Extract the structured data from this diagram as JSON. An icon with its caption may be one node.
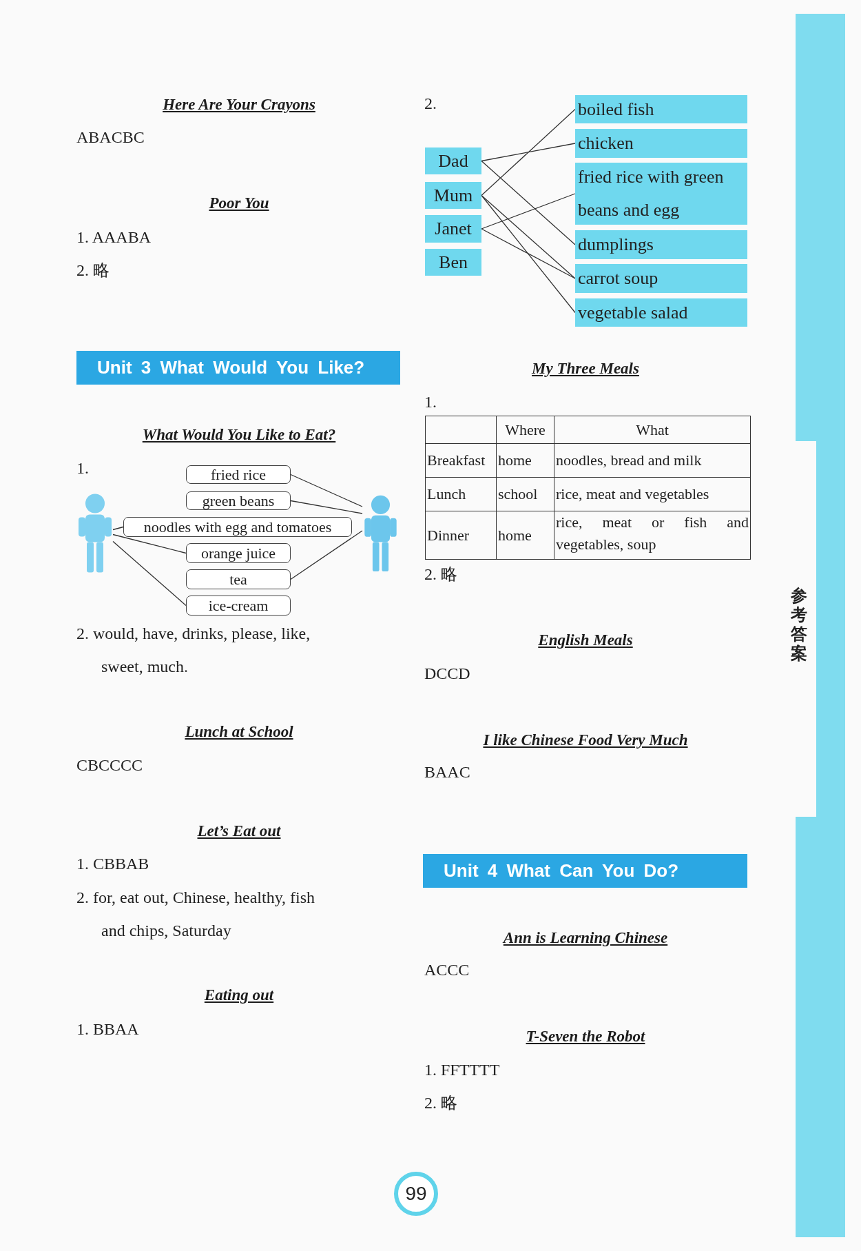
{
  "diagram": {
    "nodes": [
      {
        "text": [
          "Unit 3 What Would You Like?"
        ]
      },
      {
        "text": [],
        "shape": "picture"
      },
      {
        "text": [
          "fried rice"
        ]
      },
      {
        "text": [
          "green beans"
        ]
      },
      {
        "text": [
          "noodles with egg and tomatoes"
        ]
      },
      {
        "text": [
          "orange juice"
        ]
      },
      {
        "text": [
          "tea"
        ]
      },
      {
        "text": [
          "ice-cream"
        ]
      },
      {
        "text": [],
        "shape": "picture"
      },
      {
        "text": [
          "Dad"
        ]
      },
      {
        "text": [
          "Mum"
        ]
      },
      {
        "text": [
          "Janet"
        ]
      },
      {
        "text": [
          "Ben"
        ]
      },
      {
        "text": [
          "boiled fish"
        ]
      },
      {
        "text": [
          "chicken"
        ]
      },
      {
        "text": [
          "fried rice with green beans and egg"
        ]
      },
      {
        "text": [
          "dumplings"
        ]
      },
      {
        "text": [
          "carrot soup"
        ]
      },
      {
        "text": [
          "vegetable salad"
        ]
      },
      {
        "text": [
          "Unit 4 What Can You Do?"
        ]
      },
      {
        "text": [
          "99"
        ]
      }
    ],
    "edges": [
      {
        "from": 1,
        "to": 4,
        "arrow": "none"
      },
      {
        "from": 1,
        "to": 5,
        "arrow": "none"
      },
      {
        "from": 1,
        "to": 7,
        "arrow": "none"
      },
      {
        "from": 8,
        "to": 2,
        "arrow": "none"
      },
      {
        "from": 8,
        "to": 3,
        "arrow": "none"
      },
      {
        "from": 8,
        "to": 6,
        "arrow": "none"
      },
      {
        "from": 9,
        "to": 14,
        "arrow": "none"
      },
      {
        "from": 9,
        "to": 16,
        "arrow": "none"
      },
      {
        "from": 10,
        "to": 13,
        "arrow": "none"
      },
      {
        "from": 10,
        "to": 17,
        "arrow": "none"
      },
      {
        "from": 10,
        "to": 18,
        "arrow": "none"
      },
      {
        "from": 11,
        "to": 15,
        "arrow": "none"
      },
      {
        "from": 11,
        "to": 17,
        "arrow": "none"
      }
    ],
    "labels": [
      "Here Are Your Crayons",
      "ABACBC",
      "Poor You",
      "1. AAABA",
      "2. 略",
      "What Would You Like to Eat?",
      "1.",
      "2. would, have, drinks, please, like, sweet, much.",
      "Lunch at School",
      "CBCCCC",
      "Let’s Eat out",
      "1. CBBAB",
      "2. for, eat out, Chinese, healthy, fish and chips, Saturday",
      "Eating out",
      "1. BBAA",
      "2.",
      "My Three Meals",
      "1.",
      "Where",
      "What",
      "Breakfast",
      "home",
      "noodles, bread and milk",
      "Lunch",
      "school",
      "rice, meat and vegetables",
      "Dinner",
      "home",
      "rice, meat or fish and vegetables, soup",
      "2. 略",
      "English Meals",
      "DCCD",
      "I like Chinese Food Very Much",
      "BAAC",
      "Ann is Learning Chinese",
      "ACCC",
      "T-Seven the Robot",
      "1. FFTTTT",
      "2. 略",
      "参考答案"
    ]
  }
}
